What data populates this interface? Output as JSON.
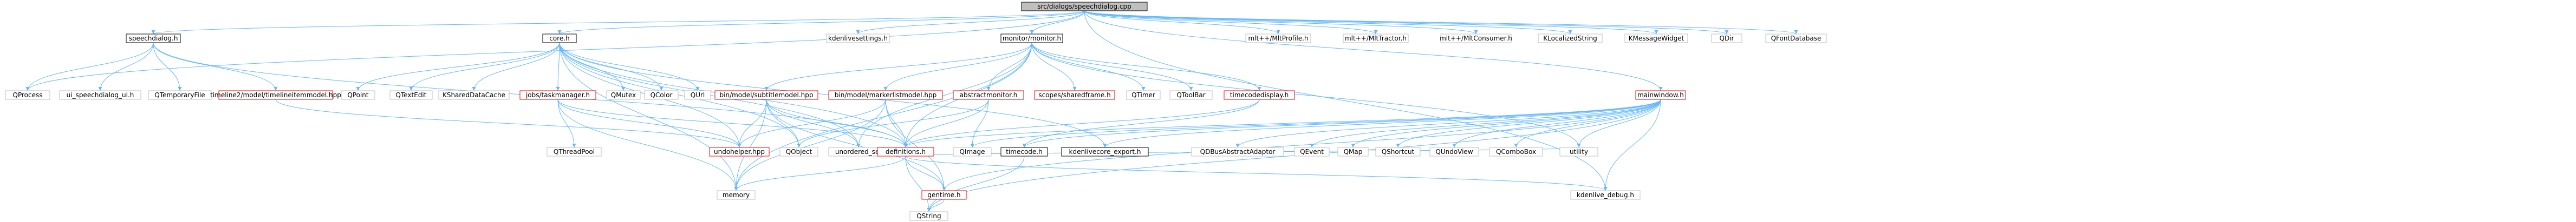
{
  "graph": {
    "title": "src/dialogs/speechdialog.cpp",
    "nodes": {
      "root": {
        "label": "src/dialogs/speechdialog.cpp",
        "style": "root"
      },
      "speechdialog_h": {
        "label": "speechdialog.h",
        "style": "plain"
      },
      "core_h": {
        "label": "core.h",
        "style": "plain"
      },
      "kdenlivesettings_h": {
        "label": "kdenlivesettings.h",
        "style": "gray"
      },
      "monitormanager_h": {
        "label": "monitor/monitor.h",
        "style": "plain"
      },
      "mainwindow_h": {
        "label": "mainwindow.h",
        "style": "red"
      },
      "mltpp_mltprofile": {
        "label": "mlt++/MltProfile.h",
        "style": "gray"
      },
      "mltpp_mlttractor": {
        "label": "mlt++/MltTractor.h",
        "style": "gray"
      },
      "mltpp_mltconsumer": {
        "label": "mlt++/MltConsumer.h",
        "style": "gray"
      },
      "klocalizedstring": {
        "label": "KLocalizedString",
        "style": "gray"
      },
      "kmessagewidget": {
        "label": "KMessageWidget",
        "style": "gray"
      },
      "qdir": {
        "label": "QDir",
        "style": "gray"
      },
      "qfontdatabase": {
        "label": "QFontDatabase",
        "style": "gray"
      },
      "qprocess": {
        "label": "QProcess",
        "style": "gray"
      },
      "ui_speechdialog": {
        "label": "ui_speechdialog_ui.h",
        "style": "gray"
      },
      "qtemporaryfile": {
        "label": "QTemporaryFile",
        "style": "gray"
      },
      "timeline2_item": {
        "label": "timeline2/model/timelineitemmodel.hpp",
        "style": "red"
      },
      "qpoint": {
        "label": "QPoint",
        "style": "gray"
      },
      "qtextedit": {
        "label": "QTextEdit",
        "style": "gray"
      },
      "ksharedcache": {
        "label": "KSharedDataCache",
        "style": "gray"
      },
      "jobs_taskmanager": {
        "label": "jobs/taskmanager.h",
        "style": "red"
      },
      "qmutex": {
        "label": "QMutex",
        "style": "gray"
      },
      "qcolor": {
        "label": "QColor",
        "style": "gray"
      },
      "qurl": {
        "label": "QUrl",
        "style": "gray"
      },
      "bin_subtitlemodel": {
        "label": "bin/model/subtitlemodel.hpp",
        "style": "red"
      },
      "bin_markerlistmodel": {
        "label": "bin/model/markerlistmodel.hpp",
        "style": "red"
      },
      "abstractmonitor": {
        "label": "abstractmonitor.h",
        "style": "red"
      },
      "scopes_sharedframe": {
        "label": "scopes/sharedframe.h",
        "style": "red"
      },
      "qtimer": {
        "label": "QTimer",
        "style": "gray"
      },
      "qtoolbar": {
        "label": "QToolBar",
        "style": "gray"
      },
      "timecodedisplay": {
        "label": "timecodedisplay.h",
        "style": "red"
      },
      "qthreadpool": {
        "label": "QThreadPool",
        "style": "gray"
      },
      "undohelper": {
        "label": "undohelper.hpp",
        "style": "red"
      },
      "qobject": {
        "label": "QObject",
        "style": "gray"
      },
      "unordered_set": {
        "label": "unordered_set",
        "style": "gray"
      },
      "definitions_h": {
        "label": "definitions.h",
        "style": "red"
      },
      "qimage": {
        "label": "QImage",
        "style": "gray"
      },
      "timecode_h": {
        "label": "timecode.h",
        "style": "plain"
      },
      "kdenlivecore_export": {
        "label": "kdenlivecore_export.h",
        "style": "plain"
      },
      "qdbusadaptor": {
        "label": "QDBusAbstractAdaptor",
        "style": "gray"
      },
      "qevent": {
        "label": "QEvent",
        "style": "gray"
      },
      "qmap": {
        "label": "QMap",
        "style": "gray"
      },
      "qshortcut": {
        "label": "QShortcut",
        "style": "gray"
      },
      "qundoview": {
        "label": "QUndoView",
        "style": "gray"
      },
      "qcombobox": {
        "label": "QComboBox",
        "style": "gray"
      },
      "utility": {
        "label": "utility",
        "style": "gray"
      },
      "memory": {
        "label": "memory",
        "style": "gray"
      },
      "gentime_h": {
        "label": "gentime.h",
        "style": "red"
      },
      "kdenlive_debug": {
        "label": "kdenlive_debug.h",
        "style": "gray"
      },
      "qstring": {
        "label": "QString",
        "style": "gray"
      }
    },
    "edges": [
      [
        "root",
        "speechdialog_h"
      ],
      [
        "root",
        "core_h"
      ],
      [
        "root",
        "kdenlivesettings_h"
      ],
      [
        "root",
        "monitormanager_h"
      ],
      [
        "root",
        "mainwindow_h"
      ],
      [
        "root",
        "mltpp_mltprofile"
      ],
      [
        "root",
        "mltpp_mlttractor"
      ],
      [
        "root",
        "mltpp_mltconsumer"
      ],
      [
        "root",
        "klocalizedstring"
      ],
      [
        "root",
        "kmessagewidget"
      ],
      [
        "root",
        "qdir"
      ],
      [
        "root",
        "qfontdatabase"
      ],
      [
        "root",
        "qprocess"
      ],
      [
        "root",
        "kdenlive_debug"
      ],
      [
        "speechdialog_h",
        "qprocess"
      ],
      [
        "speechdialog_h",
        "ui_speechdialog"
      ],
      [
        "speechdialog_h",
        "qtemporaryfile"
      ],
      [
        "speechdialog_h",
        "timeline2_item"
      ],
      [
        "speechdialog_h",
        "definitions_h"
      ],
      [
        "timeline2_item",
        "undohelper"
      ],
      [
        "core_h",
        "qpoint"
      ],
      [
        "core_h",
        "qtextedit"
      ],
      [
        "core_h",
        "ksharedcache"
      ],
      [
        "core_h",
        "jobs_taskmanager"
      ],
      [
        "core_h",
        "qmutex"
      ],
      [
        "core_h",
        "qcolor"
      ],
      [
        "core_h",
        "qurl"
      ],
      [
        "core_h",
        "unordered_set"
      ],
      [
        "core_h",
        "undohelper"
      ],
      [
        "core_h",
        "memory"
      ],
      [
        "core_h",
        "definitions_h"
      ],
      [
        "core_h",
        "kdenlivecore_export"
      ],
      [
        "core_h",
        "qobject"
      ],
      [
        "jobs_taskmanager",
        "qthreadpool"
      ],
      [
        "jobs_taskmanager",
        "undohelper"
      ],
      [
        "jobs_taskmanager",
        "definitions_h"
      ],
      [
        "jobs_taskmanager",
        "memory"
      ],
      [
        "monitormanager_h",
        "bin_subtitlemodel"
      ],
      [
        "monitormanager_h",
        "bin_markerlistmodel"
      ],
      [
        "monitormanager_h",
        "abstractmonitor"
      ],
      [
        "monitormanager_h",
        "scopes_sharedframe"
      ],
      [
        "monitormanager_h",
        "qtimer"
      ],
      [
        "monitormanager_h",
        "qtoolbar"
      ],
      [
        "monitormanager_h",
        "timecodedisplay"
      ],
      [
        "monitormanager_h",
        "definitions_h"
      ],
      [
        "monitormanager_h",
        "utility"
      ],
      [
        "monitormanager_h",
        "memory"
      ],
      [
        "monitormanager_h",
        "unordered_set"
      ],
      [
        "bin_subtitlemodel",
        "definitions_h"
      ],
      [
        "bin_subtitlemodel",
        "gentime_h"
      ],
      [
        "bin_subtitlemodel",
        "undohelper"
      ],
      [
        "bin_subtitlemodel",
        "unordered_set"
      ],
      [
        "bin_subtitlemodel",
        "memory"
      ],
      [
        "bin_subtitlemodel",
        "qobject"
      ],
      [
        "bin_markerlistmodel",
        "definitions_h"
      ],
      [
        "bin_markerlistmodel",
        "gentime_h"
      ],
      [
        "bin_markerlistmodel",
        "undohelper"
      ],
      [
        "bin_markerlistmodel",
        "memory"
      ],
      [
        "abstractmonitor",
        "definitions_h"
      ],
      [
        "abstractmonitor",
        "qimage"
      ],
      [
        "abstractmonitor",
        "qobject"
      ],
      [
        "timecodedisplay",
        "timecode_h"
      ],
      [
        "timecodedisplay",
        "definitions_h"
      ],
      [
        "mainwindow_h",
        "qdbusadaptor"
      ],
      [
        "mainwindow_h",
        "qevent"
      ],
      [
        "mainwindow_h",
        "qmap"
      ],
      [
        "mainwindow_h",
        "qshortcut"
      ],
      [
        "mainwindow_h",
        "qundoview"
      ],
      [
        "mainwindow_h",
        "qcombobox"
      ],
      [
        "mainwindow_h",
        "utility"
      ],
      [
        "mainwindow_h",
        "definitions_h"
      ],
      [
        "mainwindow_h",
        "gentime_h"
      ],
      [
        "mainwindow_h",
        "kdenlivecore_export"
      ],
      [
        "mainwindow_h",
        "kdenlive_debug"
      ],
      [
        "mainwindow_h",
        "qimage"
      ],
      [
        "mainwindow_h",
        "qstring"
      ],
      [
        "mainwindow_h",
        "timecode_h"
      ],
      [
        "definitions_h",
        "gentime_h"
      ],
      [
        "definitions_h",
        "kdenlive_debug"
      ],
      [
        "definitions_h",
        "memory"
      ],
      [
        "definitions_h",
        "qstring"
      ],
      [
        "definitions_h",
        "utility"
      ],
      [
        "timecode_h",
        "qstring"
      ],
      [
        "gentime_h",
        "qstring"
      ]
    ]
  }
}
